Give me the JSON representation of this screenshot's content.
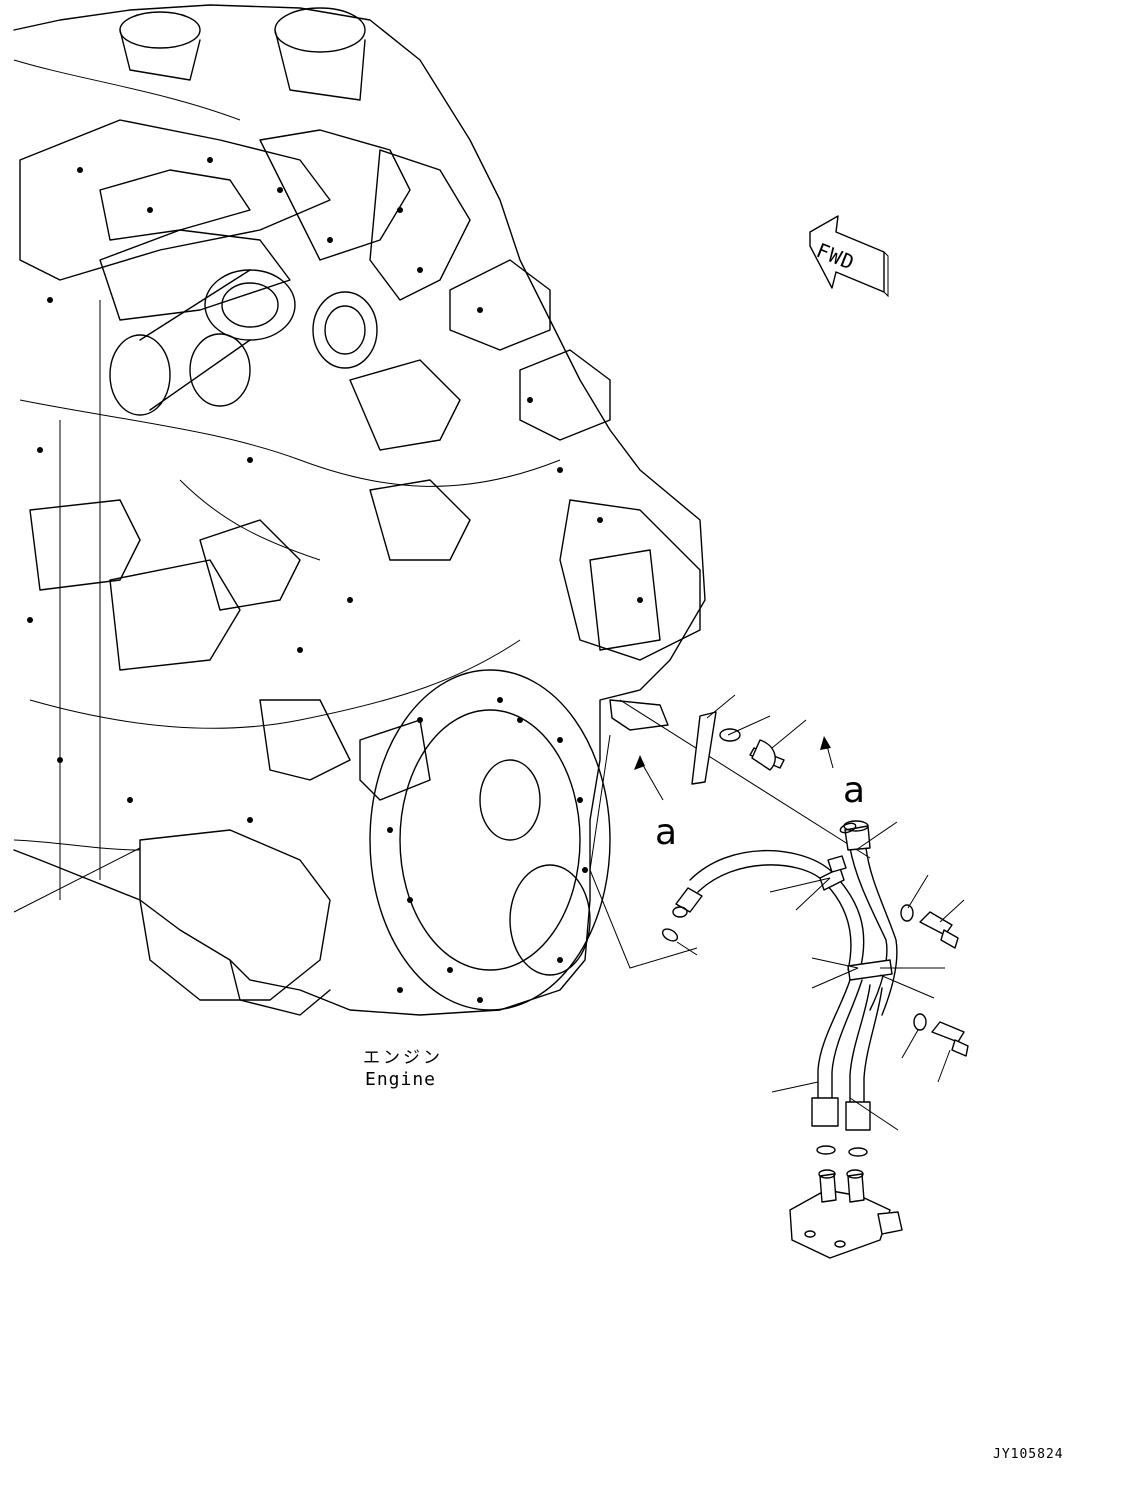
{
  "labels": {
    "engine_jp": "エンジン",
    "engine_en": "Engine",
    "ref_a_left": "a",
    "ref_a_right": "a",
    "fwd": "FWD",
    "drawing_code": "JY105824"
  }
}
